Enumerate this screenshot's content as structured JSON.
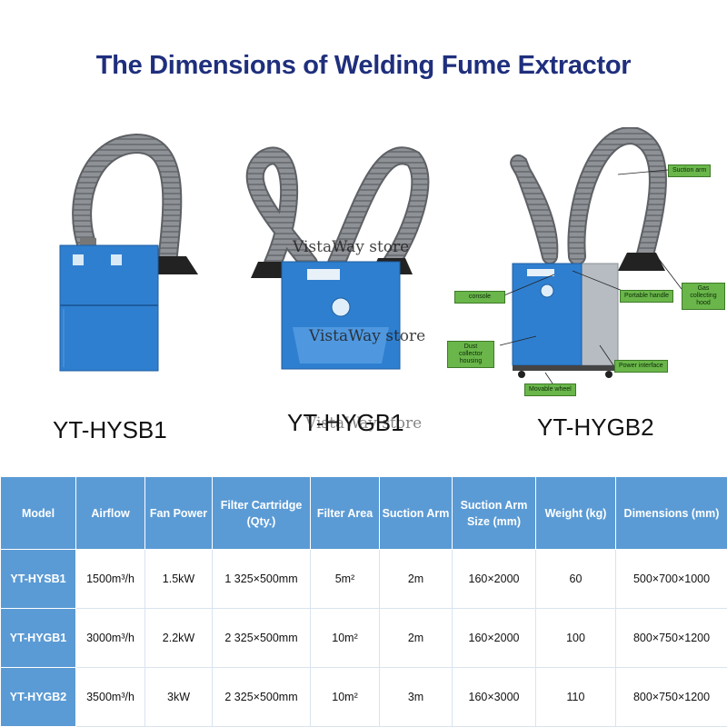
{
  "title": "The Dimensions of Welding Fume Extractor",
  "watermark": "VistaWay store",
  "products": [
    {
      "model": "YT-HYSB1"
    },
    {
      "model": "YT-HYGB1"
    },
    {
      "model": "YT-HYGB2"
    }
  ],
  "callouts": {
    "suction_arm": "Suction arm",
    "console": "console",
    "portable_handle": "Portable handle",
    "gas_hood": "Gas collecting hood",
    "dust_housing": "Dust collector housing",
    "power_interface": "Power interface",
    "movable_wheel": "Movable wheel"
  },
  "colors": {
    "title": "#1f2f7d",
    "table_header": "#5b9bd5",
    "machine_blue": "#2f7fd0",
    "hose_gray": "#8e9196"
  },
  "table": {
    "headers": [
      "Model",
      "Airflow",
      "Fan Power",
      "Filter Cartridge (Qty.)",
      "Filter Area",
      "Suction Arm",
      "Suction Arm Size (mm)",
      "Weight (kg)",
      "Dimensions (mm)"
    ],
    "rows": [
      [
        "YT-HYSB1",
        "1500m³/h",
        "1.5kW",
        "1 325×500mm",
        "5m²",
        "2m",
        "160×2000",
        "60",
        "500×700×1000"
      ],
      [
        "YT-HYGB1",
        "3000m³/h",
        "2.2kW",
        "2 325×500mm",
        "10m²",
        "2m",
        "160×2000",
        "100",
        "800×750×1200"
      ],
      [
        "YT-HYGB2",
        "3500m³/h",
        "3kW",
        "2 325×500mm",
        "10m²",
        "3m",
        "160×3000",
        "110",
        "800×750×1200"
      ]
    ]
  }
}
